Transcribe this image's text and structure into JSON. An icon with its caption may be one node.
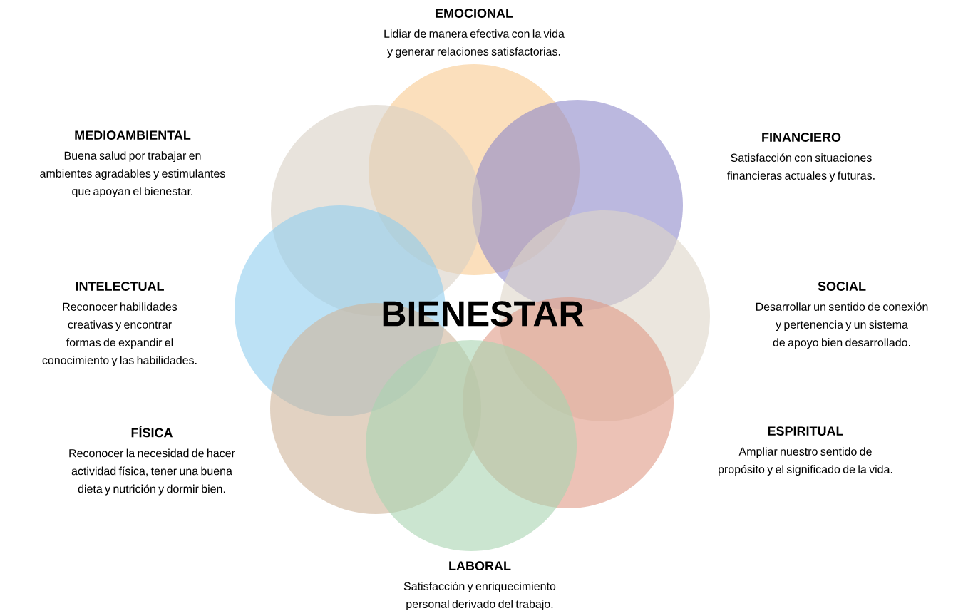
{
  "diagram": {
    "nodes": [
      {
        "text": [
          "EMOCIONAL",
          "Lidiar de manera efectiva con la vida y generar relaciones satisfactorias."
        ]
      },
      {
        "text": [
          "FINANCIERO",
          "Satisfacción con situaciones financieras actuales y futuras."
        ]
      },
      {
        "text": [
          "SOCIAL",
          "Desarrollar un sentido de conexión y pertenencia y un sistema de apoyo bien desarrollado."
        ]
      },
      {
        "text": [
          "ESPIRITUAL",
          "Ampliar nuestro sentido de propósito y el significado de la vida."
        ]
      },
      {
        "text": [
          "LABORAL",
          "Satisfacción y enriquecimiento personal derivado del trabajo."
        ]
      },
      {
        "text": [
          "FÍSICA",
          "Reconocer la necesidad de hacer actividad física, tener una buena dieta y nutrición y dormir bien."
        ]
      },
      {
        "text": [
          "INTELECTUAL",
          "Reconocer habilidades creativas y encontrar formas de expandir el conocimiento y las habilidades."
        ]
      },
      {
        "text": [
          "MEDIOAMBIENTAL",
          "Buena salud por trabajar en ambientes agradables y estimulantes que apoyan el bienestar."
        ]
      },
      {
        "text": [],
        "shape": "circle"
      },
      {
        "text": [],
        "shape": "circle"
      },
      {
        "text": [],
        "shape": "circle"
      },
      {
        "text": [],
        "shape": "circle"
      },
      {
        "text": [],
        "shape": "circle"
      },
      {
        "text": [],
        "shape": "circle"
      },
      {
        "text": [],
        "shape": "circle"
      },
      {
        "text": [],
        "shape": "circle"
      }
    ],
    "labels": [
      "BIENESTAR"
    ]
  }
}
